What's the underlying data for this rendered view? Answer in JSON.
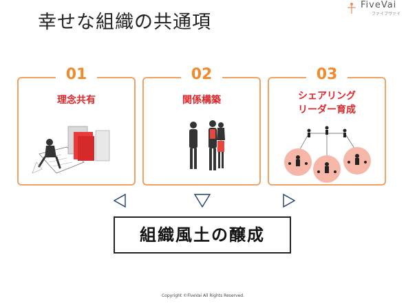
{
  "title": "幸せな組織の共通項",
  "logo": {
    "text": "FiveVai",
    "sub": "ファイブヴァイ"
  },
  "cards": [
    {
      "number": "01",
      "label_lines": [
        "理念共有"
      ]
    },
    {
      "number": "02",
      "label_lines": [
        "関係構築"
      ]
    },
    {
      "number": "03",
      "label_lines": [
        "シェアリング",
        "リーダー育成"
      ]
    }
  ],
  "result_box": "組織風土の醸成",
  "copyright": "Copyright ©FiveVai All Rights Reserved.",
  "colors": {
    "accent_orange": "#ef8a2e",
    "label_red": "#e0252a",
    "border_orange": "#f0a060"
  }
}
